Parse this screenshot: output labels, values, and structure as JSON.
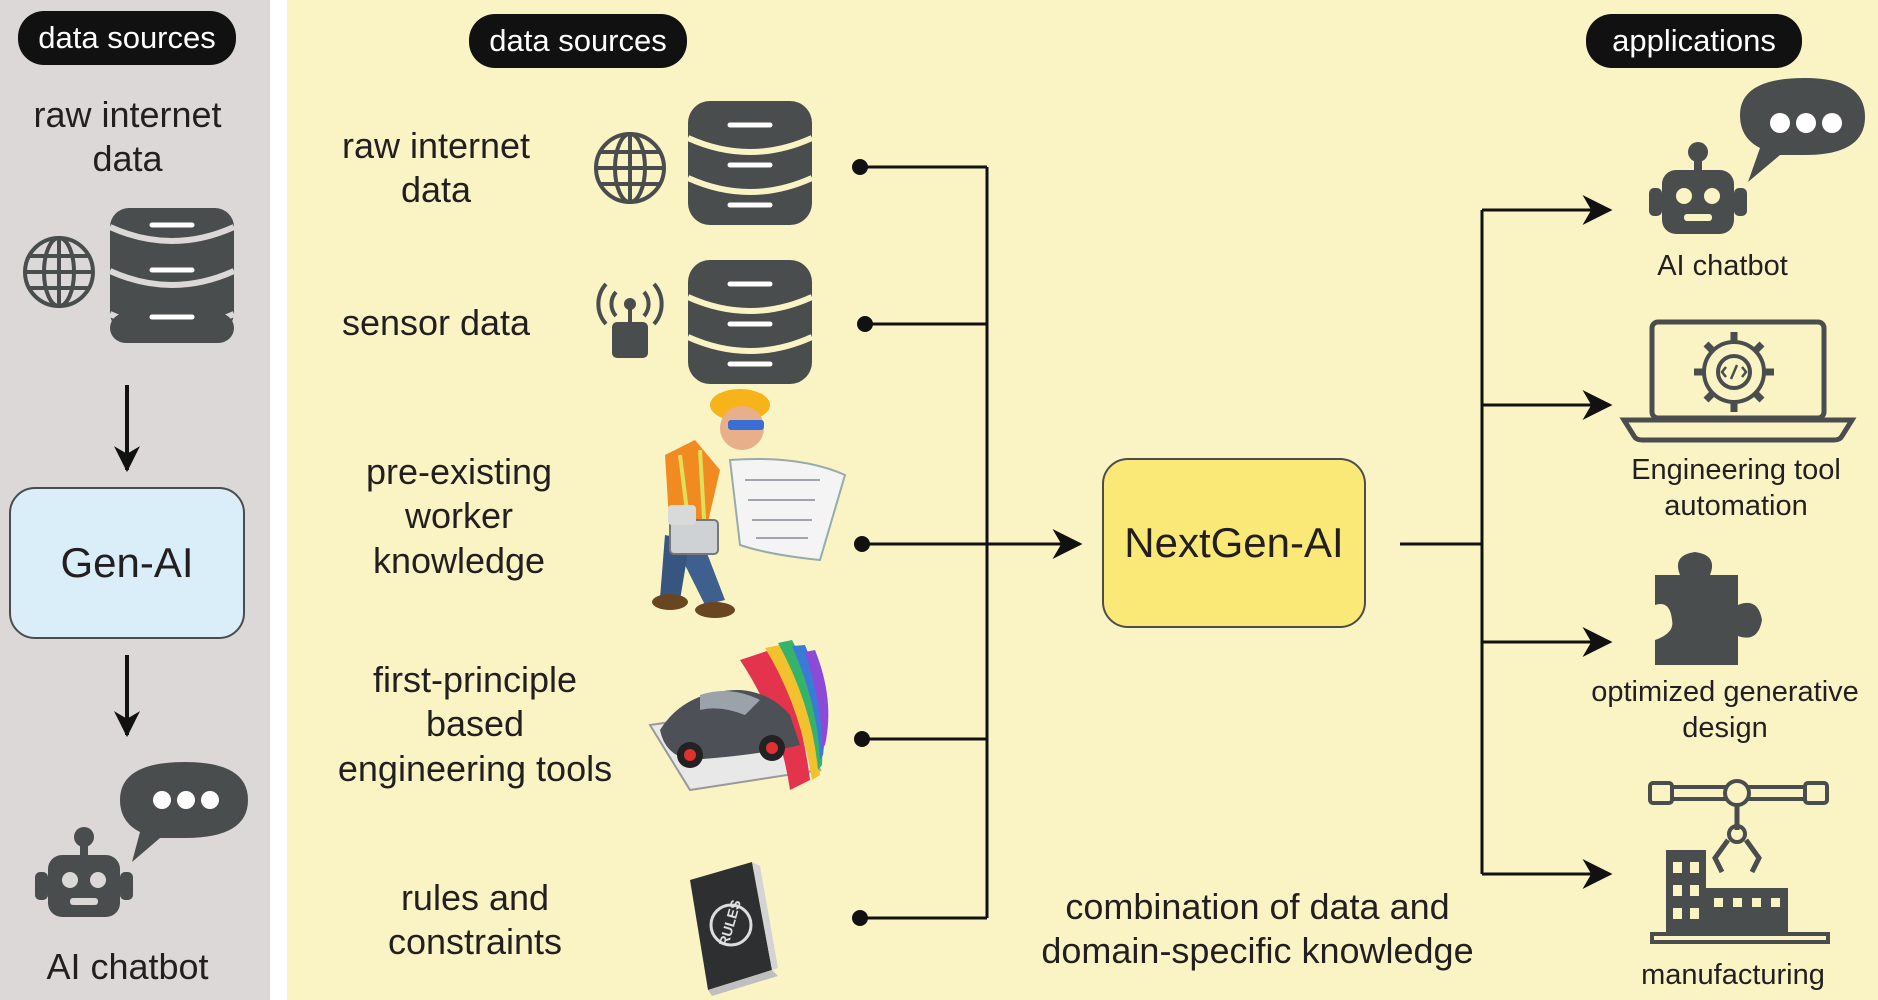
{
  "colors": {
    "left_panel": "#dcd8d7",
    "right_panel": "#faf4c5",
    "genai_box": "#d9eef9",
    "nextgen_box": "#fbe977",
    "icon_dark": "#4a4d4e"
  },
  "left_panel": {
    "badge": "data sources",
    "source_label": [
      "raw internet",
      "data"
    ],
    "model_label": "Gen-AI",
    "output_label": "AI chatbot"
  },
  "main_panel": {
    "sources_badge": "data sources",
    "applications_badge": "applications",
    "sources": [
      {
        "lines": [
          "raw internet",
          "data"
        ],
        "icon": "globe-database-icon"
      },
      {
        "lines": [
          "sensor data"
        ],
        "icon": "sensor-database-icon"
      },
      {
        "lines": [
          "pre-existing",
          "worker",
          "knowledge"
        ],
        "icon": "engineer-worker-illustration"
      },
      {
        "lines": [
          "first-principle",
          "based",
          "engineering tools"
        ],
        "icon": "car-aerodynamics-illustration"
      },
      {
        "lines": [
          "rules and",
          "constraints"
        ],
        "icon": "rules-book-illustration",
        "icon_text": "RULES"
      }
    ],
    "center_label": "NextGen-AI",
    "combination_label": [
      "combination of data and",
      "domain-specific knowledge"
    ],
    "applications": [
      {
        "lines": [
          "AI chatbot"
        ],
        "icon": "robot-chat-icon"
      },
      {
        "lines": [
          "Engineering tool",
          "automation"
        ],
        "icon": "laptop-gear-code-icon"
      },
      {
        "lines": [
          "optimized generative",
          "design"
        ],
        "icon": "puzzle-piece-icon"
      },
      {
        "lines": [
          "manufacturing"
        ],
        "icon": "robot-arm-factory-icon"
      }
    ]
  }
}
